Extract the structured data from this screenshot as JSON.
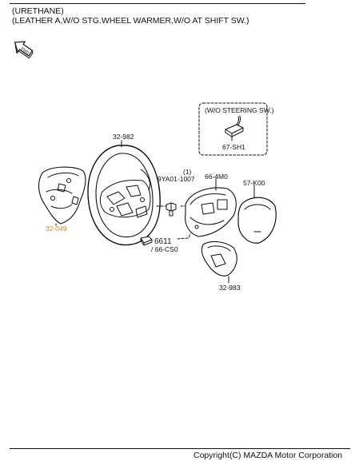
{
  "header": {
    "line1": "(URETHANE)",
    "line2": "(LEATHER A,W/O STG.WHEEL WARMER,W/O AT SHIFT SW.)"
  },
  "footer": {
    "copyright": "Copyright(C) MAZDA Motor Corporation"
  },
  "icons": {
    "front_arrow": "fwd-arrow-icon",
    "front_arrow_text": "FWD"
  },
  "callout": {
    "title": "(W/O STEERING SW.)",
    "part": "67-SH1"
  },
  "parts": {
    "wheel": "32-982",
    "bolt_qty": "(1)",
    "bolt": "9YA01-1007",
    "horn_pad_base": "66-4M0",
    "airbag": "57-K00",
    "rear_cover": "32-049",
    "connector": "6611",
    "connector_sub": "/ 66-CS0",
    "lower_cover": "32-983"
  },
  "colors": {
    "line": "#111111",
    "highlight_label": "#d9822b"
  }
}
